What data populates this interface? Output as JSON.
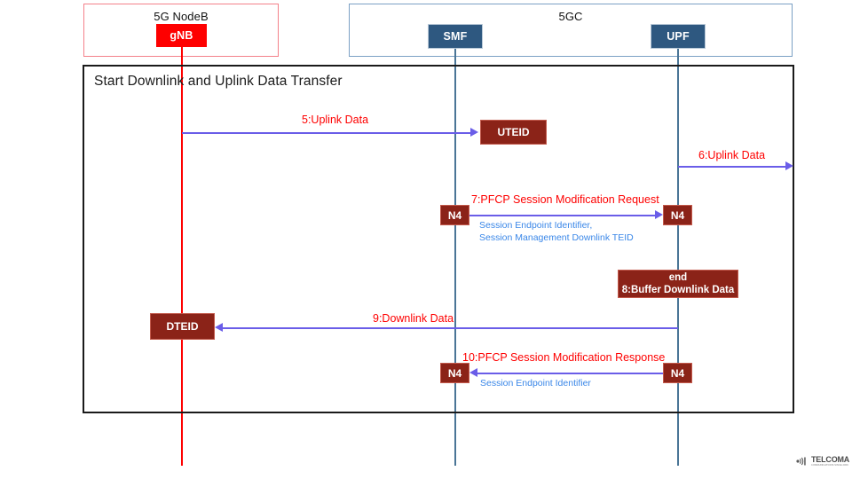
{
  "diagram": {
    "type": "sequence-diagram",
    "participants": [
      {
        "group_label": "5G NodeB",
        "node_label": "gNB",
        "color": "#fe0000"
      },
      {
        "group_label": "5GC",
        "node_label": "SMF",
        "color": "#2e5880"
      },
      {
        "group_label": "5GC",
        "node_label": "UPF",
        "color": "#2e5880"
      }
    ],
    "fragment_title": "Start Downlink and Uplink Data Transfer",
    "messages": [
      {
        "seq": "5",
        "label": "5:Uplink Data",
        "from": "gNB",
        "to": "SMF",
        "direction": "right",
        "endpoint_box": "UTEID"
      },
      {
        "seq": "6",
        "label": "6:Uplink Data",
        "from": "UPF",
        "to": "external",
        "direction": "right"
      },
      {
        "seq": "7",
        "label": "7:PFCP Session Modification Request",
        "from": "SMF",
        "to": "UPF",
        "direction": "right",
        "interface_left": "N4",
        "interface_right": "N4",
        "sub_lines": [
          "Session Endpoint Identifier,",
          "Session Management Downlink TEID"
        ]
      },
      {
        "seq": "8",
        "label": "8:Buffer Downlink Data",
        "prefix": "end",
        "on": "UPF",
        "kind": "self-note"
      },
      {
        "seq": "9",
        "label": "9:Downlink Data",
        "from": "UPF",
        "to": "gNB",
        "direction": "left",
        "endpoint_box": "DTEID"
      },
      {
        "seq": "10",
        "label": "10:PFCP Session Modification Response",
        "from": "UPF",
        "to": "SMF",
        "direction": "left",
        "interface_left": "N4",
        "interface_right": "N4",
        "sub_lines": [
          "Session Endpoint Identifier"
        ]
      }
    ],
    "colors": {
      "message_arrow": "#6a5de8",
      "message_label": "#fe0000",
      "sub_label": "#3a87e8",
      "node_box": "#8b2318",
      "gnb": "#fe0000",
      "core_node": "#2e5880",
      "frame_border": "#1a1a1a"
    }
  },
  "branding": {
    "logo_name": "TELCOMA",
    "logo_tagline": "COMMUNICATIONS SINCE 2009"
  }
}
